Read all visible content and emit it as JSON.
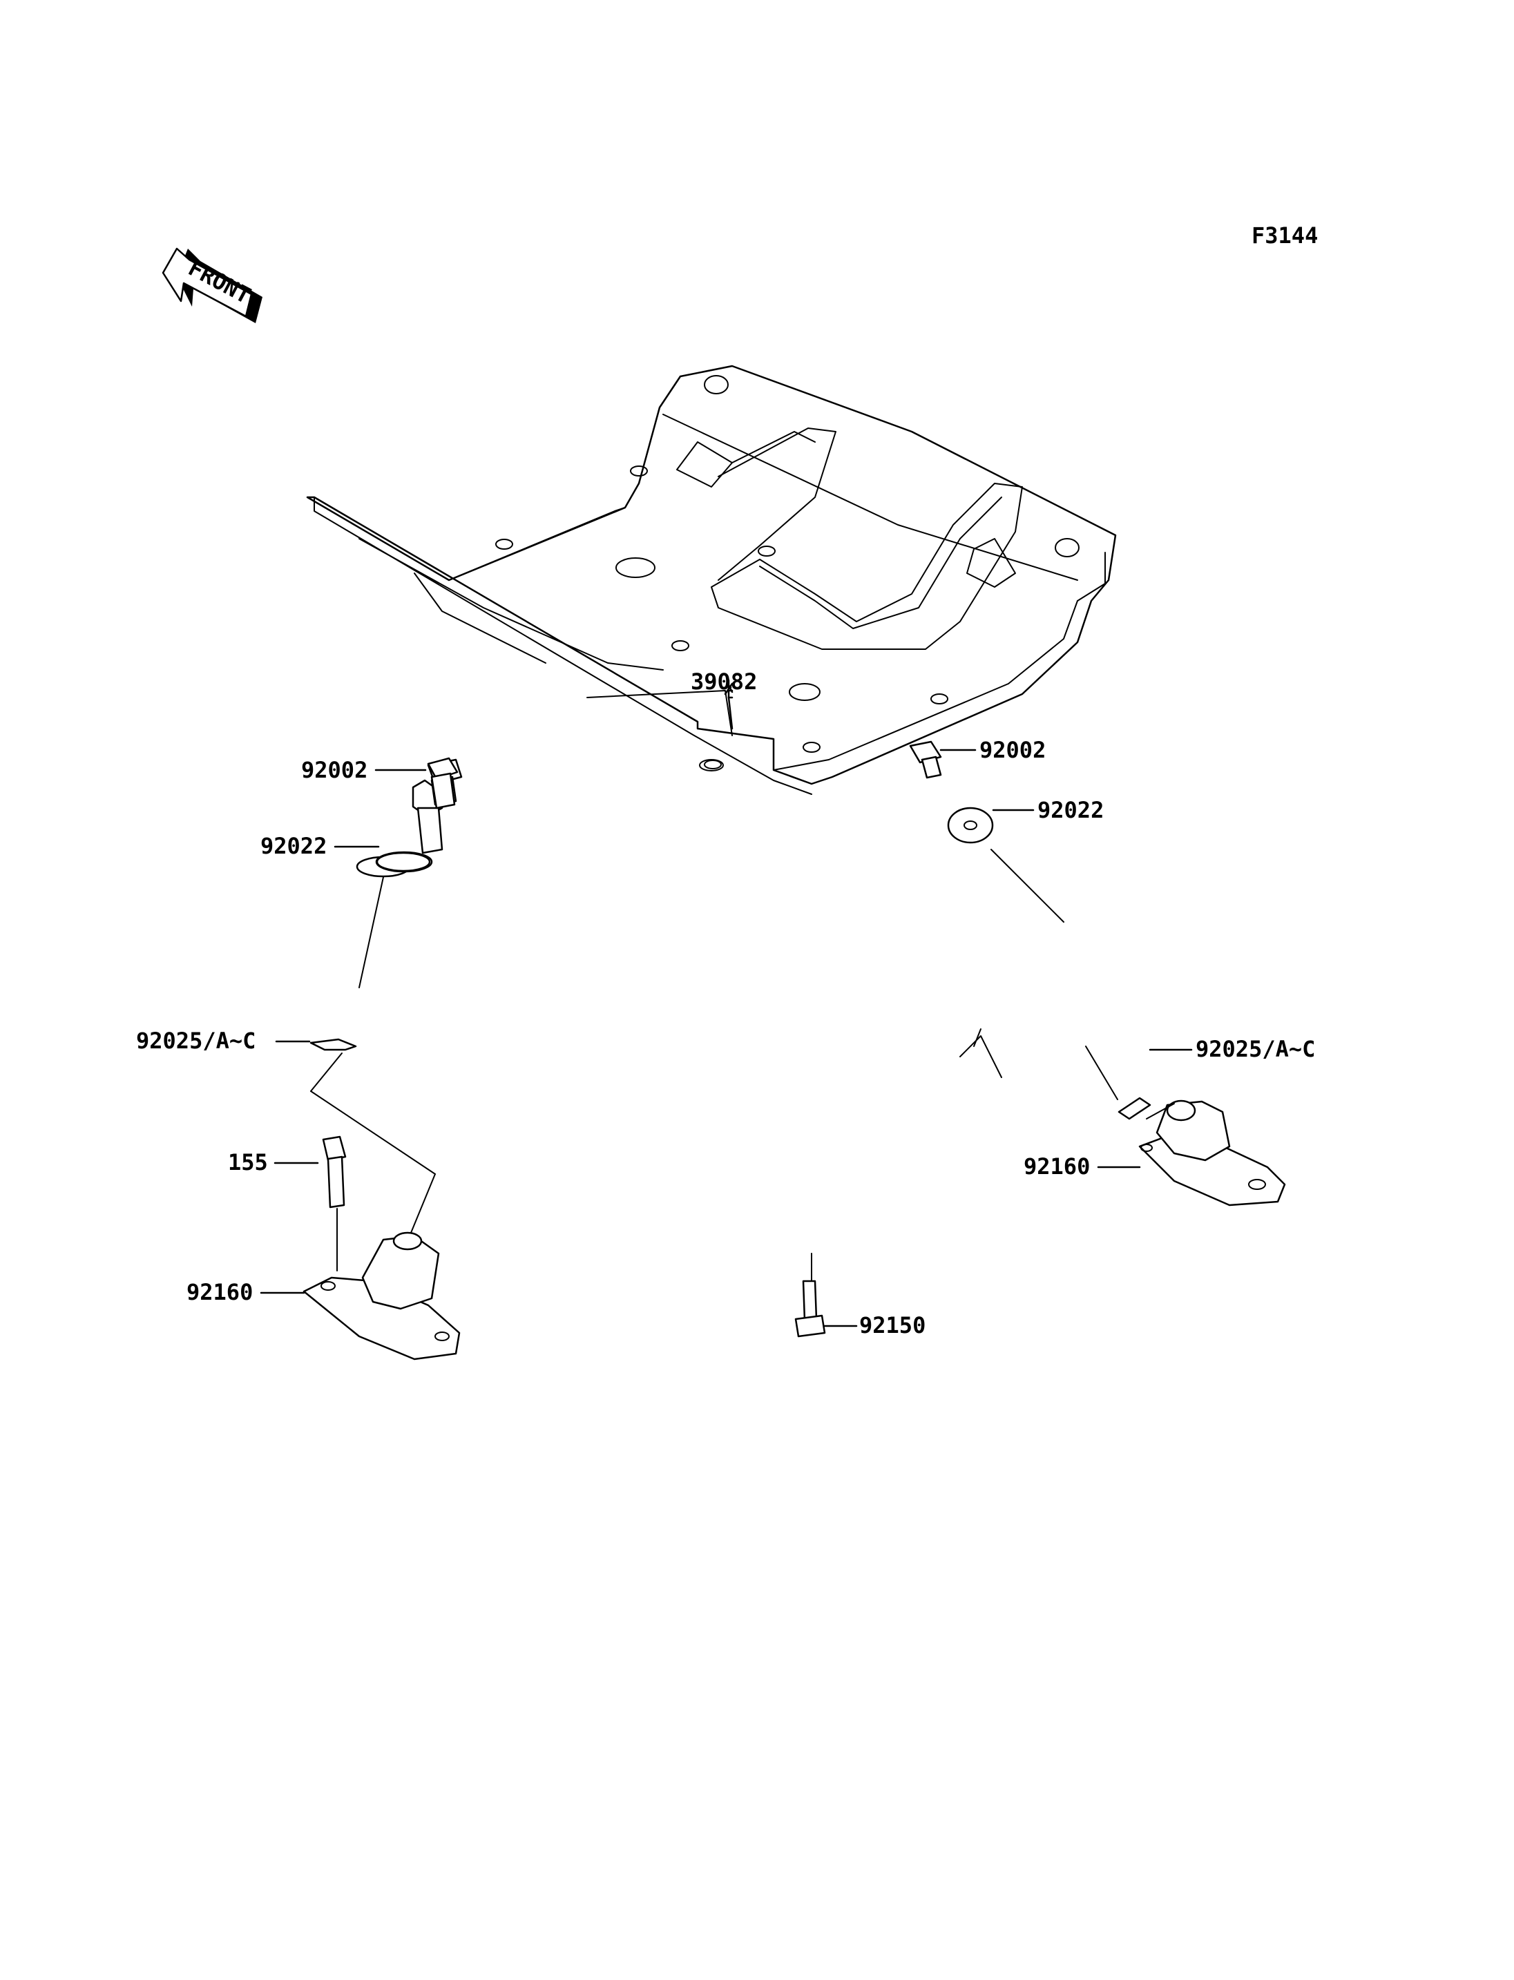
{
  "figure_code": "F3144",
  "front_arrow": {
    "label": "FRONT"
  },
  "callouts": {
    "skid_plate": "39082",
    "bolt_left": "92002",
    "bolt_right": "92002",
    "washer_left": "92022",
    "washer_right": "92022",
    "clip_left": "92025/A~C",
    "clip_right": "92025/A~C",
    "screw": "155",
    "mount_left": "92160",
    "mount_right": "92160",
    "bolt_bottom": "92150"
  }
}
